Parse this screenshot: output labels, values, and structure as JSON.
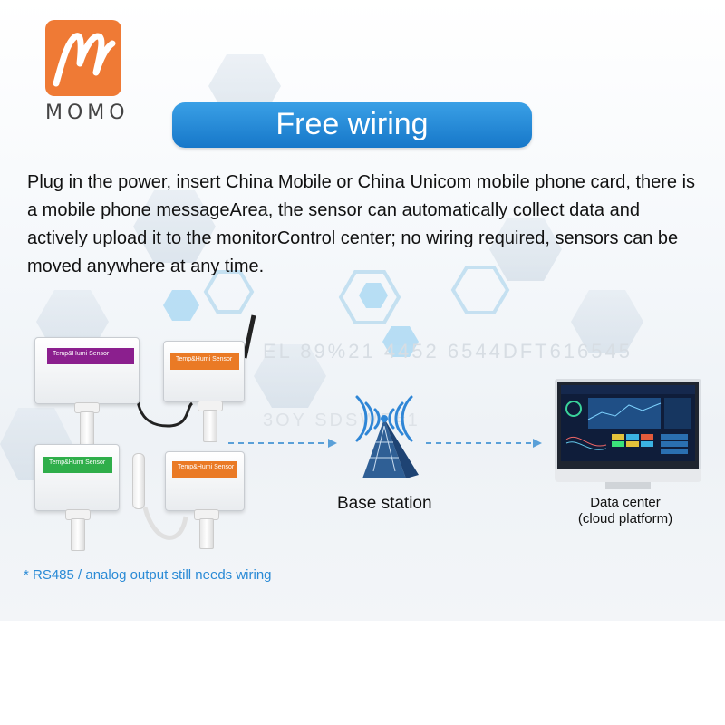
{
  "brand": {
    "name": "MOMO",
    "logo_color": "#ef7a35"
  },
  "banner": {
    "title": "Free wiring",
    "color": "#1b7fd1"
  },
  "description": "Plug in the power, insert China Mobile or China Unicom mobile phone card, there is a mobile phone messageArea, the sensor can automatically collect data and actively upload it to the monitorControl center; no wiring required, sensors can be moved anywhere at any time.",
  "sensors": [
    {
      "label": "Temp&Humi Sensor",
      "color": "#8b1f8e"
    },
    {
      "label": "Temp&Humi Sensor",
      "color": "#ea7a25"
    },
    {
      "label": "Temp&Humi Sensor",
      "color": "#2fae4a"
    },
    {
      "label": "Temp&Humi Sensor",
      "color": "#ea7a25"
    }
  ],
  "base_station": {
    "label": "Base station",
    "icon": "signal-tower-icon"
  },
  "data_center": {
    "line1": "Data center",
    "line2": "(cloud platform)",
    "icon": "monitor-icon"
  },
  "background_text": {
    "line1": "EL 89%21 4452 6544DFT616545",
    "line2": "3OY SDSWE#1"
  },
  "note": "* RS485 / analog output still needs wiring",
  "colors": {
    "accent_blue": "#2a8ad6",
    "arrow": "#5aa0d8"
  }
}
